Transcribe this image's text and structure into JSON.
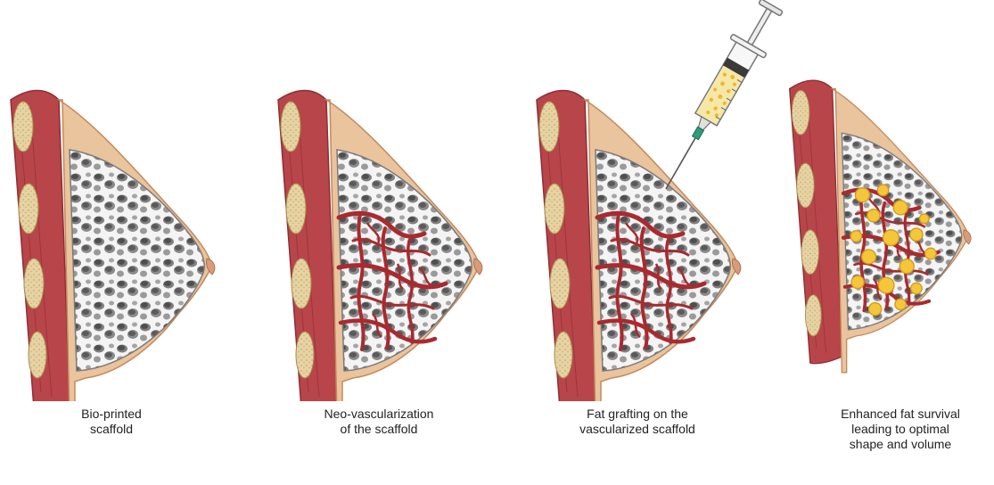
{
  "panels": [
    {
      "id": "bio-printed-scaffold",
      "caption_lines": [
        "Bio-printed",
        "scaffold"
      ],
      "vessels": false,
      "fat": false
    },
    {
      "id": "neo-vascularization",
      "caption_lines": [
        "Neo-vascularization",
        "of the scaffold"
      ],
      "vessels": true,
      "fat": false
    },
    {
      "id": "fat-grafting",
      "caption_lines": [
        "Fat grafting on the",
        "vascularized scaffold"
      ],
      "vessels": true,
      "fat": false
    },
    {
      "id": "enhanced-fat-survival",
      "caption_lines": [
        "Enhanced fat survival",
        "leading to optimal",
        "shape and volume"
      ],
      "vessels": true,
      "fat": true
    }
  ],
  "colors": {
    "muscle": "#b8454a",
    "muscle_dark": "#8c2f35",
    "rib": "#e6d3a3",
    "skin": "#e9c49d",
    "skin_edge": "#c4895e",
    "scaffold": "#f2f2f2",
    "pore": "#8c8c8c",
    "vessel": "#a92a2f",
    "fat": "#f4c63a",
    "needle_hub": "#2e9b7a"
  },
  "icons": {
    "syringe": "syringe-icon"
  }
}
